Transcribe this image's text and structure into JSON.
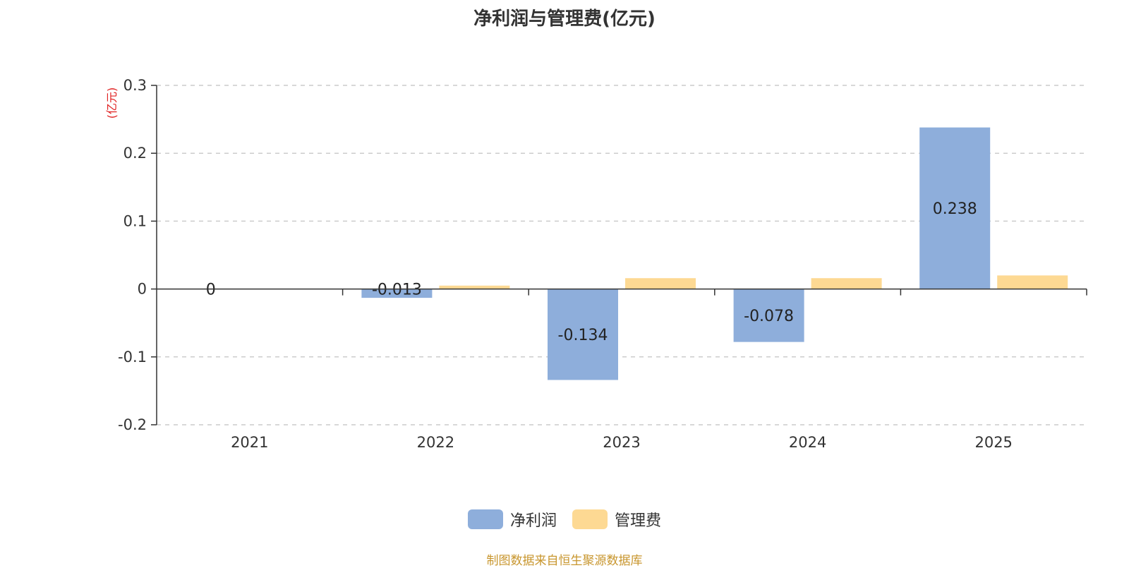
{
  "chart_data": {
    "type": "bar",
    "title": "净利润与管理费(亿元)",
    "ylabel": "(亿元)",
    "xlabel": "",
    "categories": [
      "2021",
      "2022",
      "2023",
      "2024",
      "2025"
    ],
    "series": [
      {
        "name": "净利润",
        "values": [
          0,
          -0.013,
          -0.134,
          -0.078,
          0.238
        ],
        "color": "#8eaedb",
        "labels": [
          "0",
          "-0.013",
          "-0.134",
          "-0.078",
          "0.238"
        ]
      },
      {
        "name": "管理费",
        "values": [
          0,
          0.005,
          0.016,
          0.016,
          0.02
        ],
        "color": "#fdd993",
        "labels": [
          "",
          "",
          "",
          "",
          ""
        ]
      }
    ],
    "ylim": [
      -0.2,
      0.3
    ],
    "yticks": [
      0.3,
      0.2,
      0.1,
      0,
      -0.1,
      -0.2
    ],
    "ytick_labels": [
      "0.3",
      "0.2",
      "0.1",
      "0",
      "-0.1",
      "-0.2"
    ],
    "grid": true,
    "legend_position": "bottom-center"
  },
  "source_note": "制图数据来自恒生聚源数据库"
}
